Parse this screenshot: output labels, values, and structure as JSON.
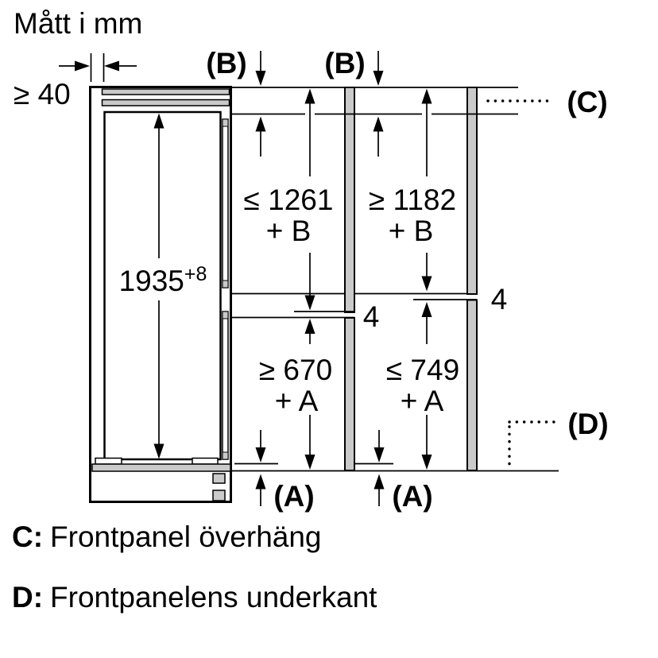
{
  "title": "Mått i mm",
  "diagram": {
    "clearance_top_left": "≥ 40",
    "cabinet_height": {
      "value": "1935",
      "tolerance": "+8"
    },
    "gap_label": "4",
    "refs": {
      "a": "(A)",
      "b": "(B)",
      "c": "(C)",
      "d": "(D)"
    },
    "upper_left": {
      "line1": "≤ 1261",
      "line2": "+ B"
    },
    "upper_right": {
      "line1": "≥ 1182",
      "line2": "+ B"
    },
    "lower_left": {
      "line1": "≥ 670",
      "line2": "+ A"
    },
    "lower_right": {
      "line1": "≤ 749",
      "line2": "+ A"
    }
  },
  "legend": {
    "c": {
      "key": "C:",
      "text": "Frontpanel överhäng"
    },
    "d": {
      "key": "D:",
      "text": "Frontpanelens underkant"
    }
  },
  "colors": {
    "line": "#000000",
    "panel_fill": "#cacaca",
    "background": "#ffffff"
  }
}
